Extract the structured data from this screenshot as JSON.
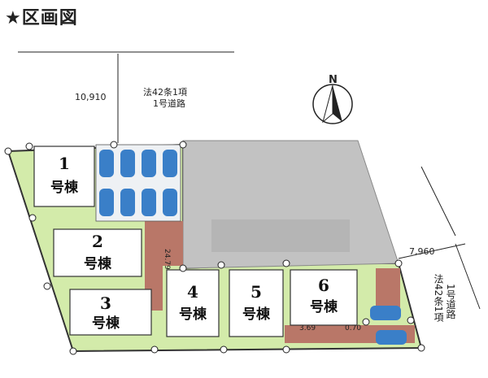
{
  "title": "★区画図",
  "north_label": "N",
  "road_west": {
    "width": "10,910",
    "law": "法42条1項",
    "type": "1号道路"
  },
  "road_east": {
    "width": "7,960",
    "law": "法42条1項",
    "type": "1号道路"
  },
  "buildings": [
    {
      "num": "1",
      "label": "号棟"
    },
    {
      "num": "2",
      "label": "号棟"
    },
    {
      "num": "3",
      "label": "号棟"
    },
    {
      "num": "4",
      "label": "号棟"
    },
    {
      "num": "5",
      "label": "号棟"
    },
    {
      "num": "6",
      "label": "号棟"
    }
  ],
  "dims": {
    "d1": "24.79",
    "d2": "3.69",
    "d3": "0.70"
  },
  "colors": {
    "lot": "#d3ebaa",
    "parking": "#3a7fc8",
    "open_space": "#c2c2c2",
    "path": "#b97768",
    "outline": "#333333"
  }
}
